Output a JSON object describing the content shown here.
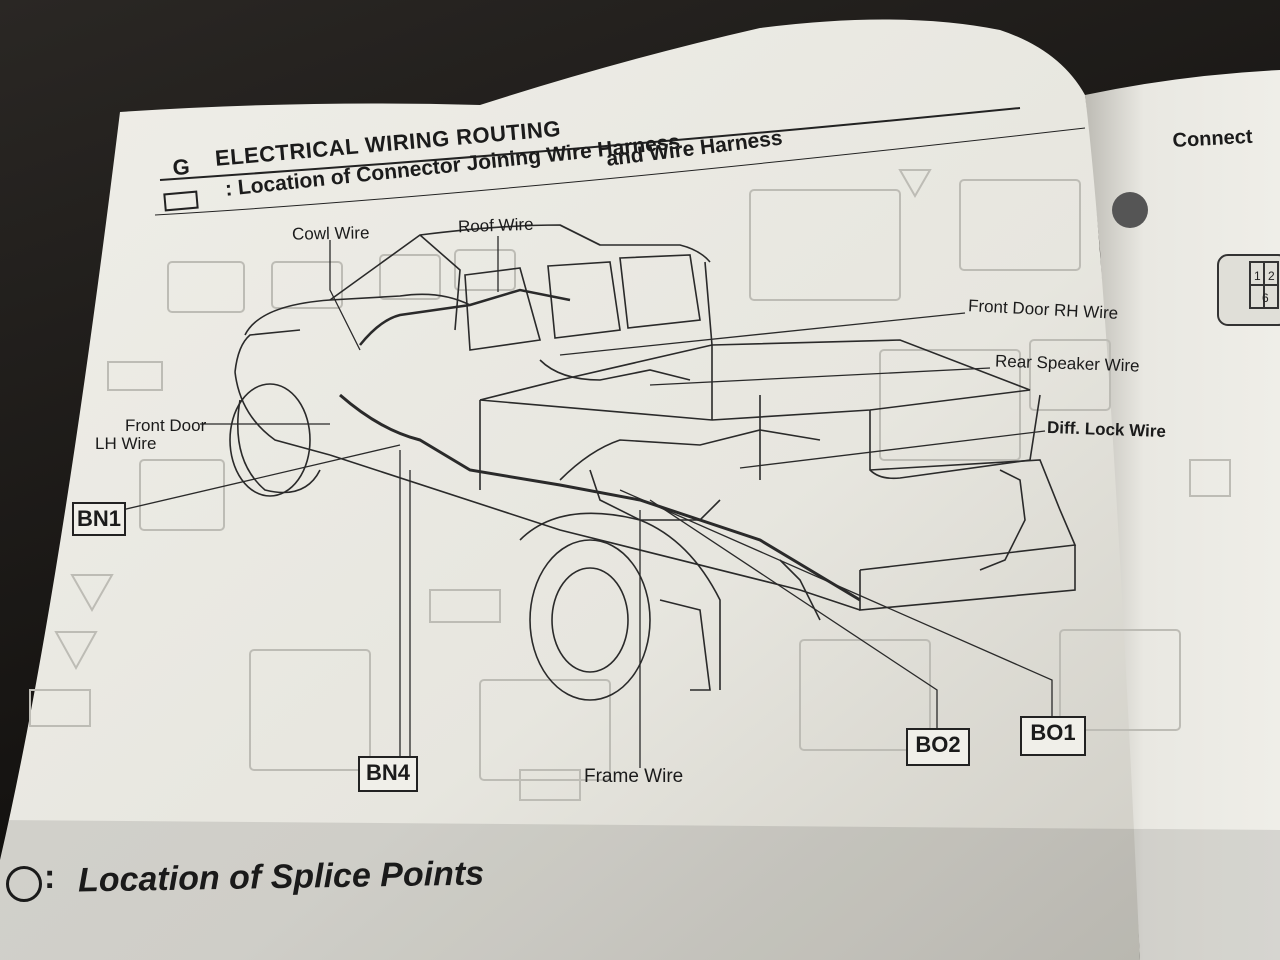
{
  "header": {
    "section_letter": "G",
    "section_title": "ELECTRICAL WIRING ROUTING",
    "subtitle_part1": ": Location of Connector Joining Wire Harness",
    "subtitle_part2": "and Wire Harness"
  },
  "labels": {
    "cowl_wire": "Cowl Wire",
    "roof_wire": "Roof Wire",
    "front_door_rh": "Front Door RH Wire",
    "rear_speaker": "Rear Speaker Wire",
    "diff_lock": "Diff. Lock Wire",
    "front_door_lh_1": "Front Door",
    "front_door_lh_2": "LH Wire",
    "frame_wire": "Frame Wire"
  },
  "connectors": {
    "bn1": "BN1",
    "bn4": "BN4",
    "bo2": "BO2",
    "bo1": "BO1"
  },
  "splice": {
    "title": "Location of Splice Points",
    "colon": ":"
  },
  "right_page": {
    "title": "Connect"
  },
  "colors": {
    "paper": "#ecebe4",
    "ink": "#1b1b1b",
    "ghost": "#b9b8b2"
  }
}
